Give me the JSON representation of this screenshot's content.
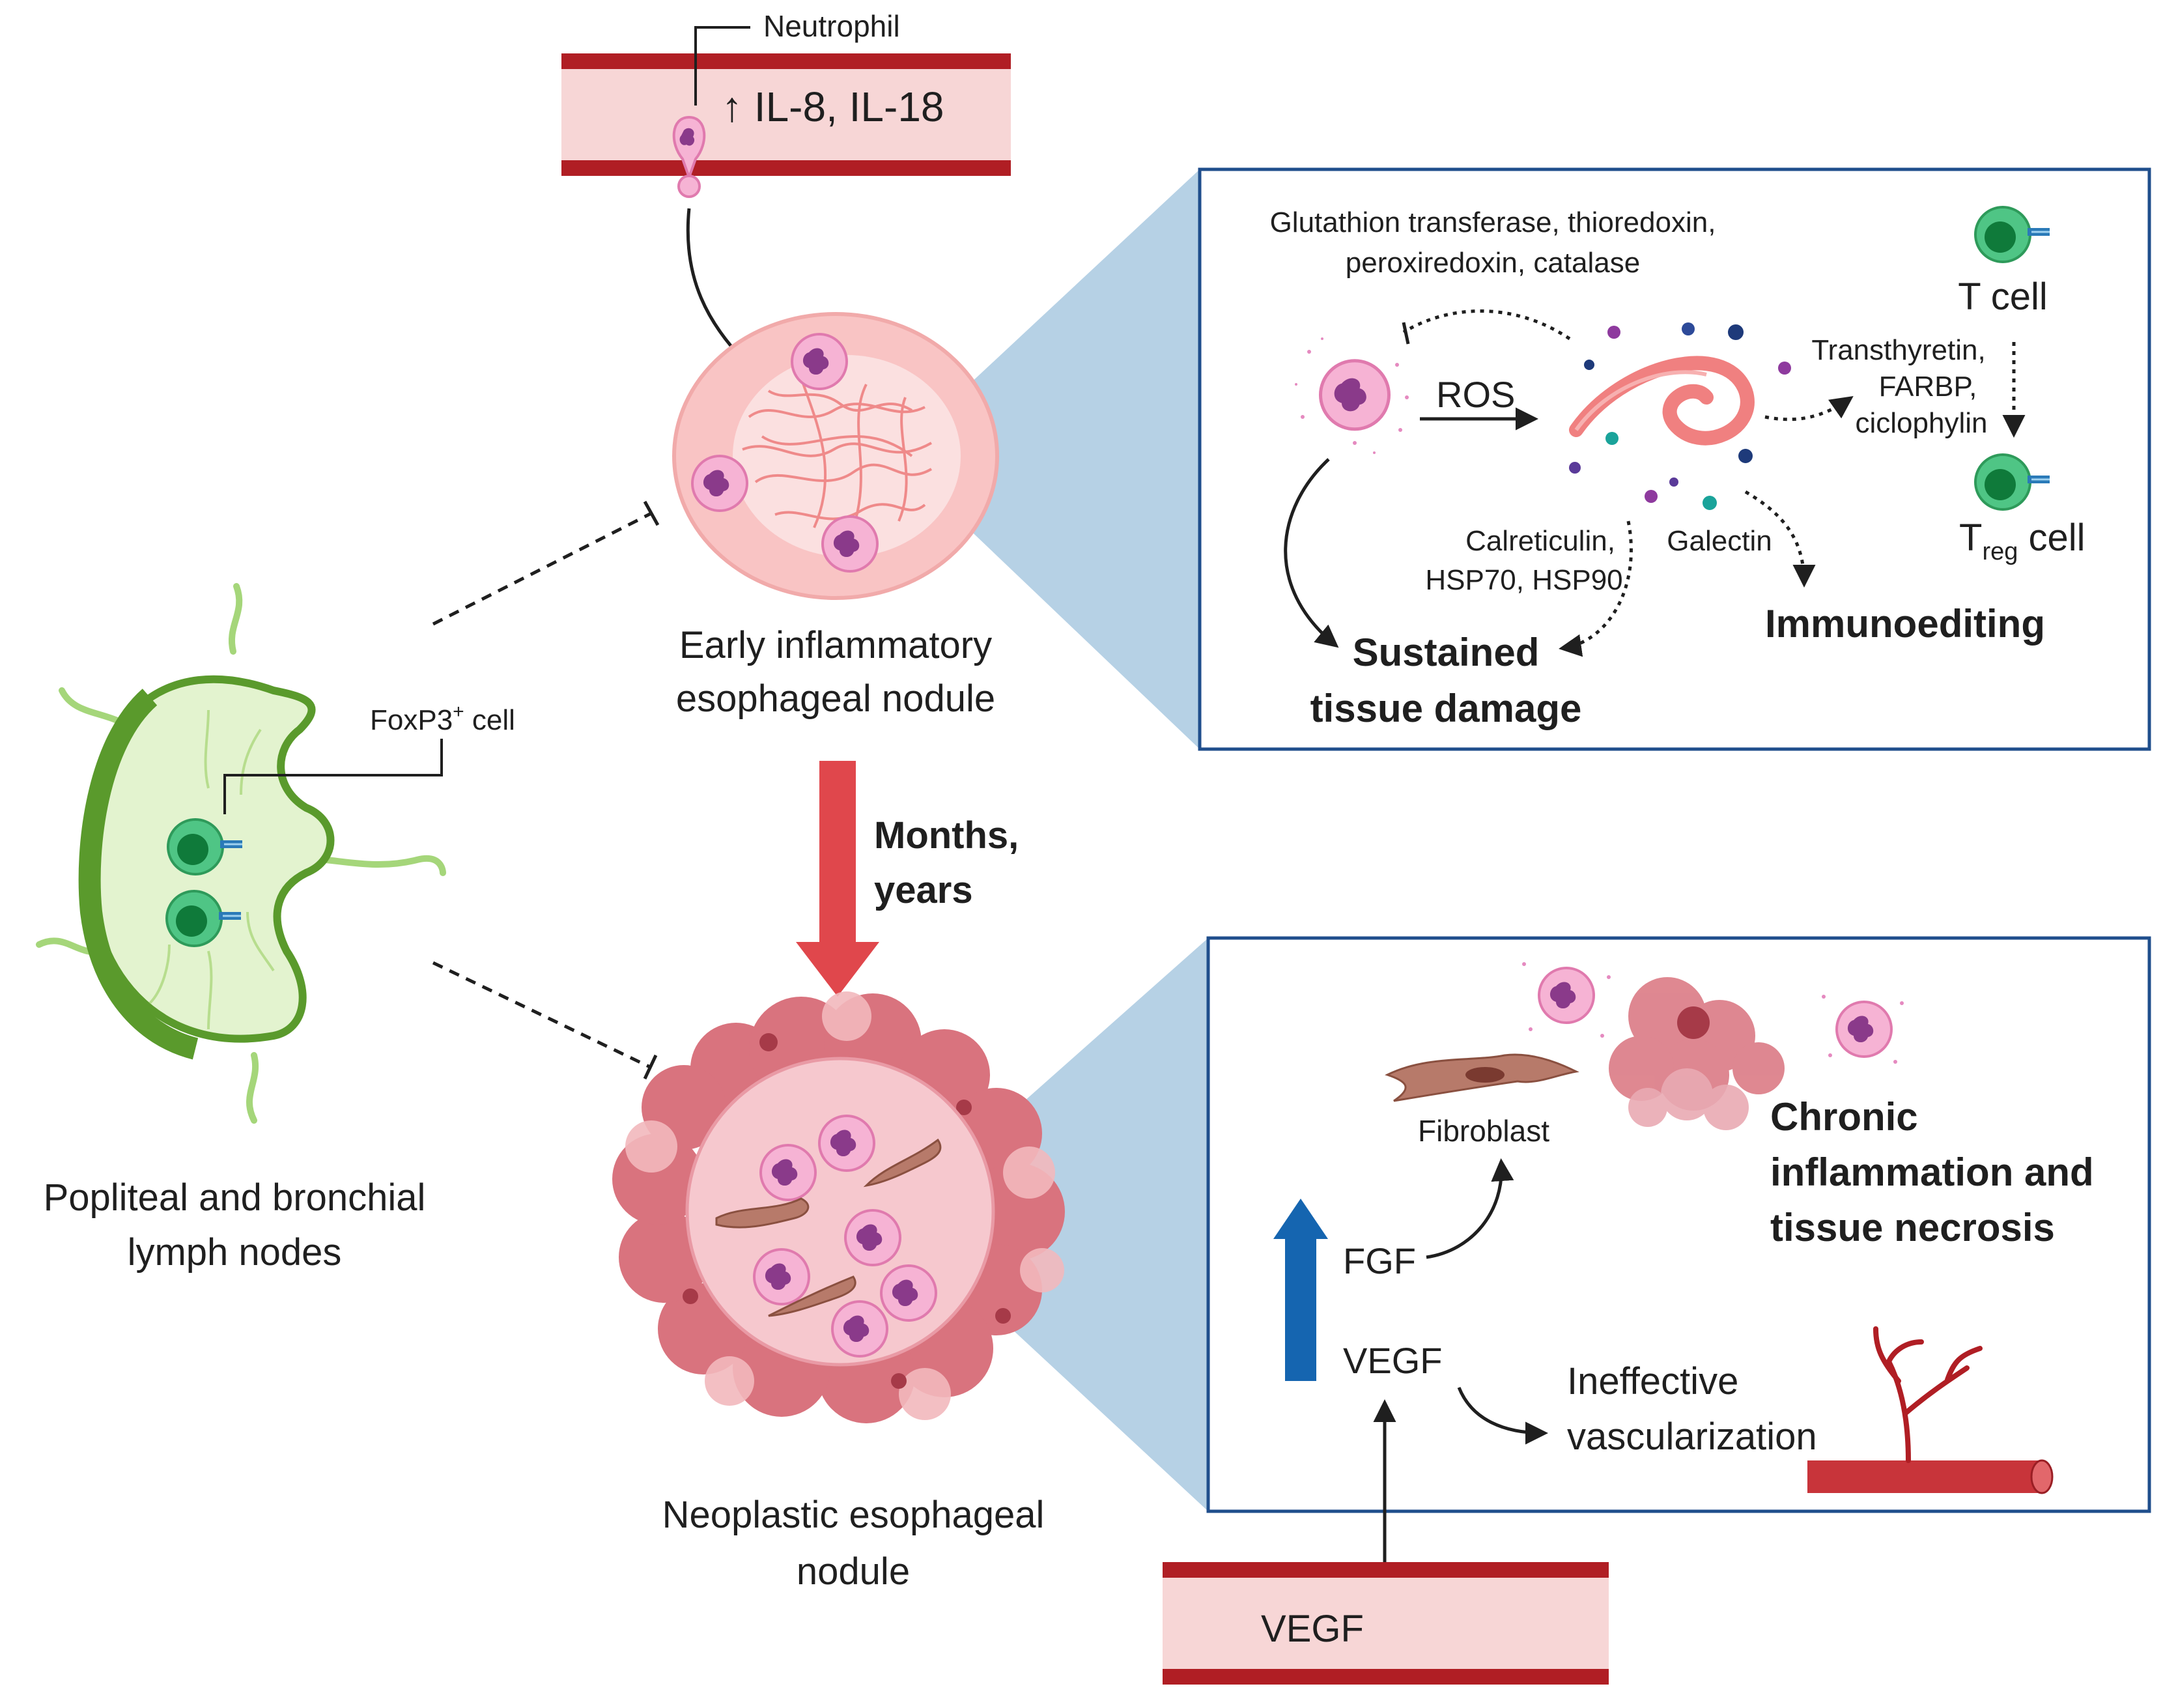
{
  "labels": {
    "neutrophil": "Neutrophil",
    "il": "↑ IL-8, IL-18",
    "early_nodule_line1": "Early inflammatory",
    "early_nodule_line2": "esophageal nodule",
    "months_line1": "Months,",
    "months_line2": "years",
    "neoplastic_line1": "Neoplastic esophageal",
    "neoplastic_line2": "nodule",
    "lymph_line1": "Popliteal and bronchial",
    "lymph_line2": "lymph nodes",
    "foxp3_main": "FoxP3",
    "foxp3_sup": "+",
    "foxp3_rest": " cell",
    "antioxidants_line1": "Glutathion transferase, thioredoxin,",
    "antioxidants_line2": "peroxiredoxin, catalase",
    "ros": "ROS",
    "t_cell": "T cell",
    "transthyretin_line1": "Transthyretin,",
    "transthyretin_line2": "FARBP,",
    "transthyretin_line3": "ciclophylin",
    "treg_main": "T",
    "treg_sub": "reg",
    "treg_rest": " cell",
    "calreticulin_line1": "Calreticulin,",
    "calreticulin_line2": "HSP70, HSP90",
    "galectin": "Galectin",
    "immunoediting": "Immunoediting",
    "sustained_line1": "Sustained",
    "sustained_line2": "tissue damage",
    "fibroblast": "Fibroblast",
    "chronic_line1": "Chronic",
    "chronic_line2": "inflammation and",
    "chronic_line3": "tissue necrosis",
    "fgf": "FGF",
    "vegf_box": "VEGF",
    "ineffective_line1": "Ineffective",
    "ineffective_line2": "vascularization",
    "vegf_vessel": "VEGF"
  },
  "colors": {
    "vessel_dark": "#b01e24",
    "vessel_light": "#f7d6d6",
    "box_border": "#1f4e8c",
    "zoom_fill": "#a9c9e1",
    "red_arrow": "#e0474c",
    "blue_arrow": "#1565b0",
    "lymph_dark": "#5a9a2c",
    "lymph_light": "#e3f3cf",
    "tcell": "#3db26d",
    "neutrophil": "#f4a9cf",
    "parasite": "#f08080"
  }
}
